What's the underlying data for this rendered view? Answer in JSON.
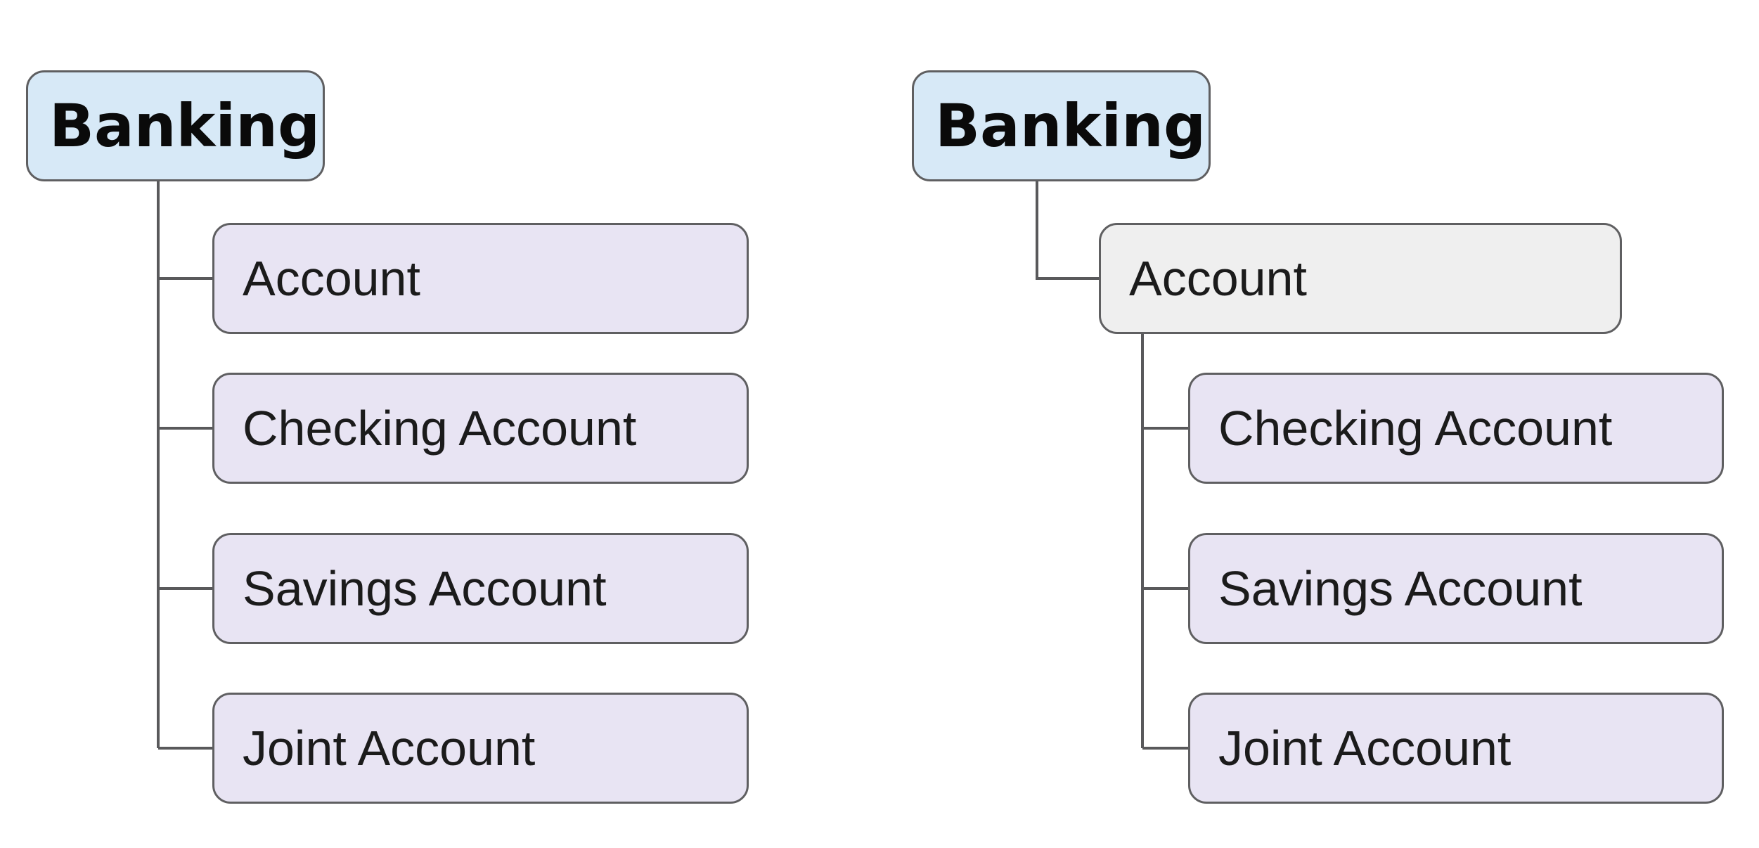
{
  "diagrams": [
    {
      "name": "flat-tree",
      "root": {
        "label": "Banking"
      },
      "children": [
        {
          "label": "Account"
        },
        {
          "label": "Checking Account"
        },
        {
          "label": "Savings Account"
        },
        {
          "label": "Joint Account"
        }
      ]
    },
    {
      "name": "nested-tree",
      "root": {
        "label": "Banking"
      },
      "children": [
        {
          "label": "Account"
        }
      ],
      "grandchildren": [
        {
          "label": "Checking Account"
        },
        {
          "label": "Savings Account"
        },
        {
          "label": "Joint Account"
        }
      ]
    }
  ],
  "colors": {
    "root_fill": "#d7e9f7",
    "child_fill": "#e8e4f3",
    "highlight_fill": "#efefef",
    "border": "#5f5f61",
    "connector": "#59595b"
  }
}
